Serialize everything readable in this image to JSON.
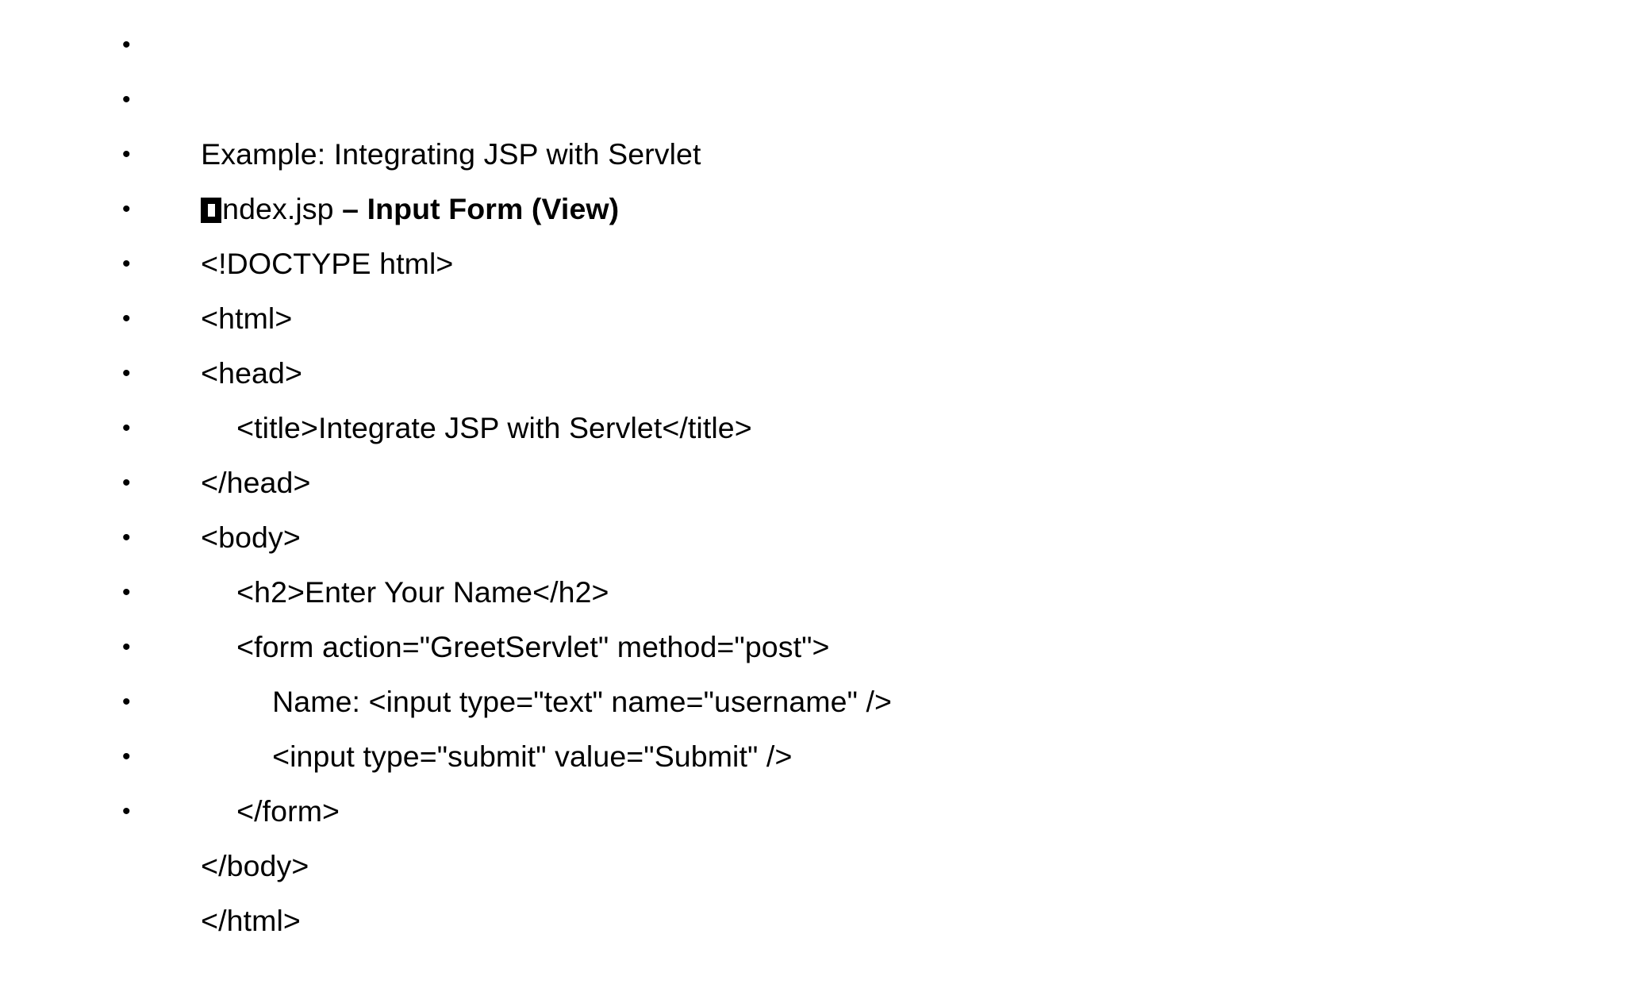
{
  "slide": {
    "background_color": "#ffffff",
    "text_color": "#000000",
    "bullet_marker": "•",
    "lines": [
      {
        "id": "line-title",
        "indent": 0,
        "text": "Example: Integrating JSP with Servlet",
        "bold": false,
        "glyph": null
      },
      {
        "id": "line-index-jsp",
        "indent": 0,
        "text_plain": "ndex.jsp ",
        "text_bold": "– Input Form (View)",
        "glyph": "missing-glyph-box"
      },
      {
        "id": "line-doctype",
        "indent": 0,
        "text": "<!DOCTYPE html>",
        "bold": false,
        "glyph": null
      },
      {
        "id": "line-html-open",
        "indent": 0,
        "text": "<html>",
        "bold": false,
        "glyph": null
      },
      {
        "id": "line-head-open",
        "indent": 0,
        "text": "<head>",
        "bold": false,
        "glyph": null
      },
      {
        "id": "line-title-tag",
        "indent": 1,
        "text": "<title>Integrate JSP with Servlet</title>",
        "bold": false,
        "glyph": null
      },
      {
        "id": "line-head-close",
        "indent": 0,
        "text": "</head>",
        "bold": false,
        "glyph": null
      },
      {
        "id": "line-body-open",
        "indent": 0,
        "text": "<body>",
        "bold": false,
        "glyph": null
      },
      {
        "id": "line-h2",
        "indent": 1,
        "text": "<h2>Enter Your Name</h2>",
        "bold": false,
        "glyph": null
      },
      {
        "id": "line-form-open",
        "indent": 1,
        "text": "<form action=\"GreetServlet\" method=\"post\">",
        "bold": false,
        "glyph": null
      },
      {
        "id": "line-input-text",
        "indent": 2,
        "text": "Name: <input type=\"text\" name=\"username\" />",
        "bold": false,
        "glyph": null
      },
      {
        "id": "line-input-submit",
        "indent": 2,
        "text": "<input type=\"submit\" value=\"Submit\" />",
        "bold": false,
        "glyph": null
      },
      {
        "id": "line-form-close",
        "indent": 1,
        "text": "</form>",
        "bold": false,
        "glyph": null
      },
      {
        "id": "line-body-close",
        "indent": 0,
        "text": "</body>",
        "bold": false,
        "glyph": null
      },
      {
        "id": "line-html-close",
        "indent": 0,
        "text": "</html>",
        "bold": false,
        "glyph": null
      }
    ]
  }
}
